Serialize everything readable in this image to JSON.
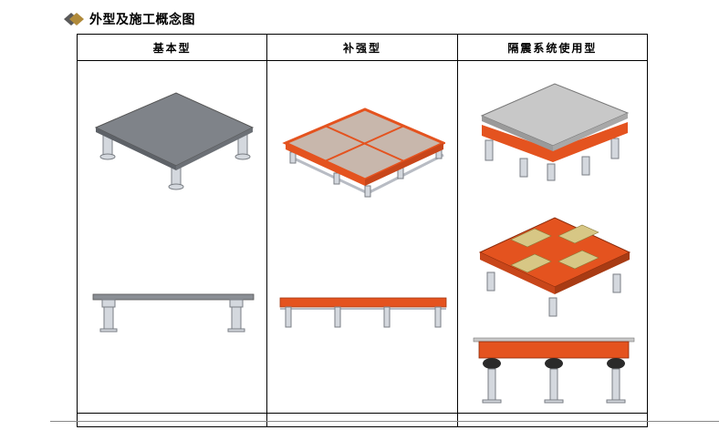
{
  "heading": {
    "bullet_icon": "diamond-bullet-icon",
    "title": "外型及施工概念图"
  },
  "table": {
    "columns": [
      {
        "label": "基本型"
      },
      {
        "label": "补强型"
      },
      {
        "label": "隔震系统使用型"
      }
    ]
  },
  "colors": {
    "panel_gray": "#7f8389",
    "panel_light": "#c8c8c8",
    "frame_orange": "#e4531f",
    "pipe_steel": "#d4d8de"
  }
}
